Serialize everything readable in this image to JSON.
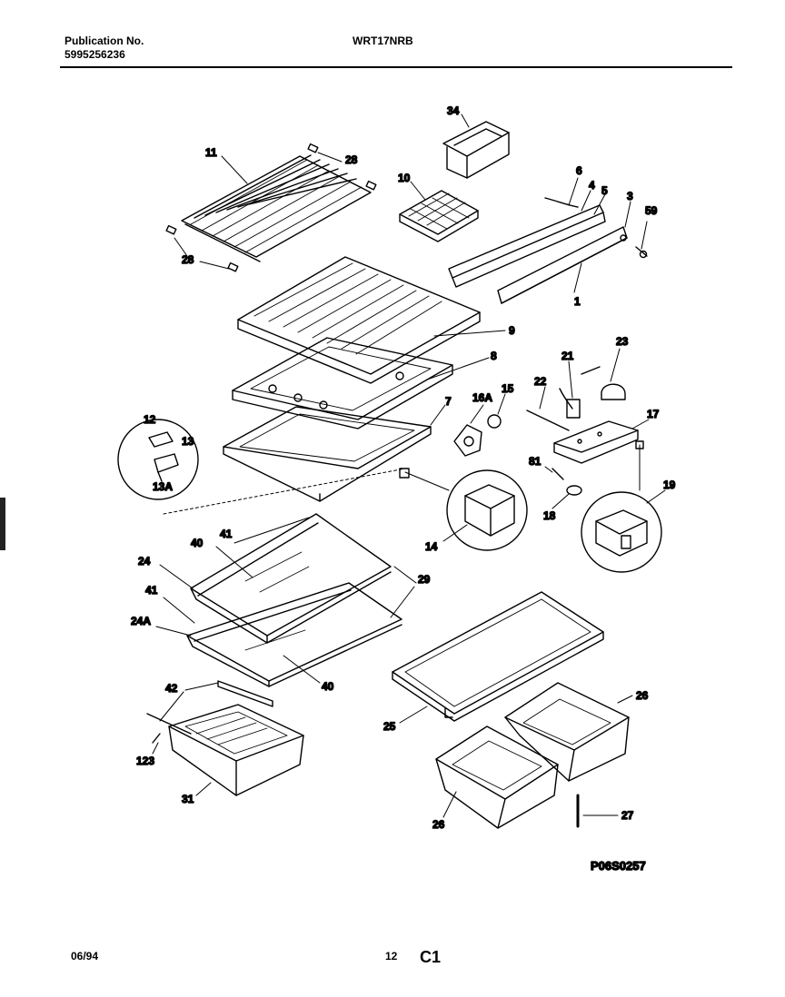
{
  "header": {
    "publication_label": "Publication No.",
    "publication_number": "5995256236",
    "model": "WRT17NRB"
  },
  "diagram": {
    "part_labels": [
      "34",
      "11",
      "28",
      "10",
      "6",
      "4",
      "5",
      "3",
      "59",
      "28",
      "1",
      "9",
      "8",
      "23",
      "21",
      "22",
      "16A",
      "15",
      "7",
      "17",
      "12",
      "13",
      "13A",
      "81",
      "19",
      "18",
      "14",
      "41",
      "40",
      "24",
      "29",
      "41",
      "24A",
      "40",
      "42",
      "26",
      "25",
      "123",
      "31",
      "27",
      "26"
    ],
    "figure_code": "P06S0257"
  },
  "footer": {
    "date": "06/94",
    "page": "12",
    "section": "C1"
  }
}
